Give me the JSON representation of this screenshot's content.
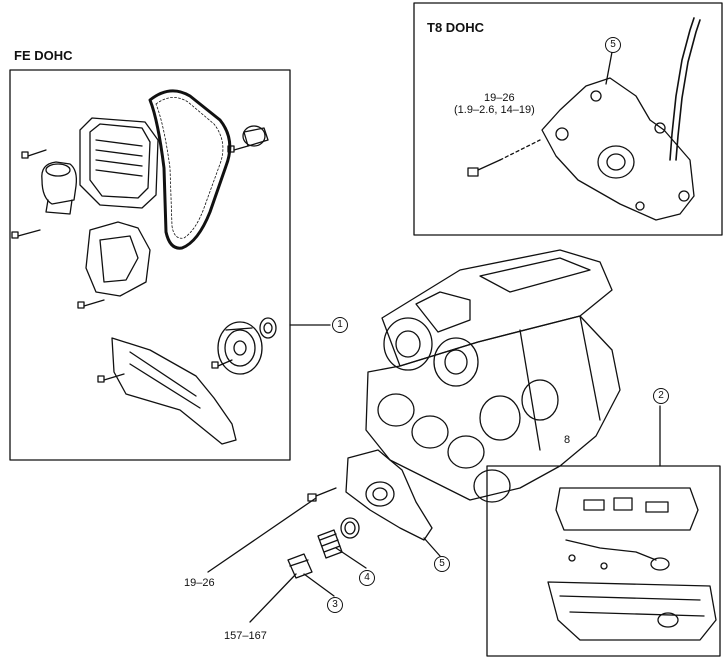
{
  "panels": {
    "fe_title": "FE DOHC",
    "t8_title": "T8 DOHC"
  },
  "callouts": {
    "c1": "1",
    "c2": "2",
    "c3": "3",
    "c4": "4",
    "c5_main": "5",
    "c5_t8": "5"
  },
  "torque": {
    "t8_line1": "19–26",
    "t8_line2": "(1.9–2.6, 14–19)",
    "bolt_pump": "19–26",
    "bolt_plug": "157–167"
  },
  "misc": {
    "block_mark": "8"
  }
}
